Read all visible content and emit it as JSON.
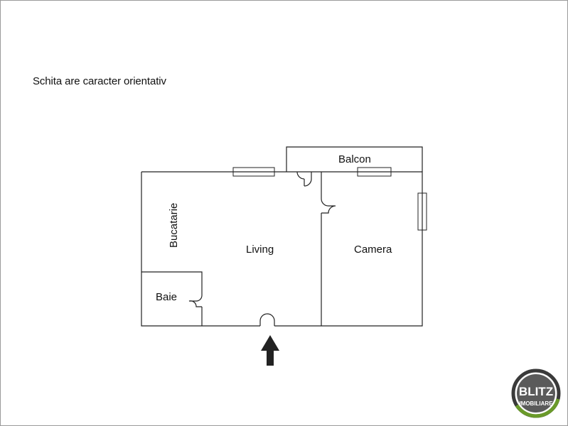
{
  "note": "Schita are caracter orientativ",
  "rooms": {
    "balcon": "Balcon",
    "bucatarie": "Bucatarie",
    "living": "Living",
    "camera": "Camera",
    "baie": "Baie"
  },
  "logo": {
    "line1": "BLITZ",
    "line2": "IMOBILIARE",
    "ring_color": "#6a9a2a",
    "ring_dark": "#3a3a3a",
    "disk_color": "#5a5a5a"
  },
  "icons": {
    "entrance": "entrance-arrow-icon"
  },
  "colors": {
    "walls": "#222222",
    "text": "#111111",
    "frame": "#9a9a9a"
  }
}
